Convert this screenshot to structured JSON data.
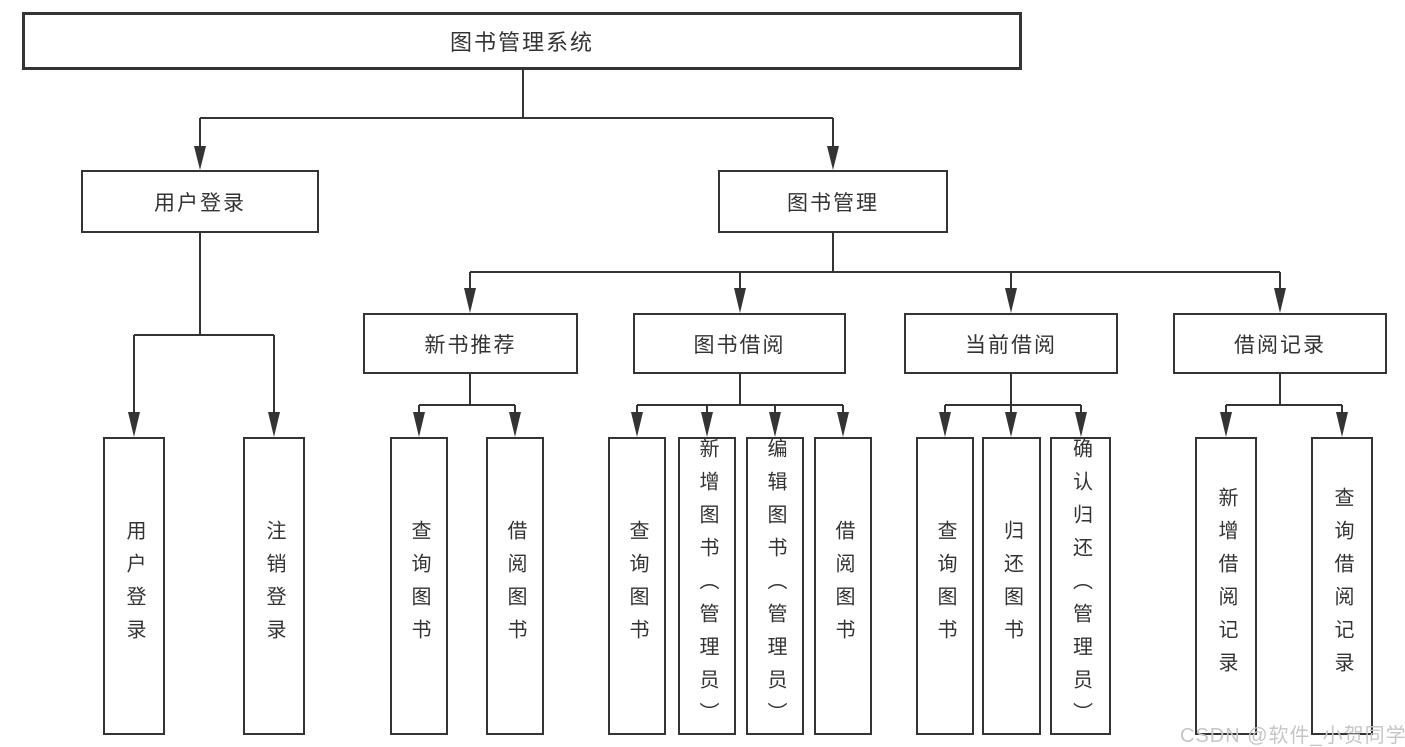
{
  "colors": {
    "line": "#343434",
    "box_border": "#343434",
    "text": "#333333",
    "background": "#ffffff",
    "watermark": "#c6c6c6"
  },
  "diagram_type": "tree",
  "nodes": {
    "root": {
      "label": "图书管理系统"
    },
    "user_login": {
      "label": "用户登录"
    },
    "book_management": {
      "label": "图书管理"
    },
    "new_book_recommend": {
      "label": "新书推荐"
    },
    "book_borrowing": {
      "label": "图书借阅"
    },
    "current_borrowing": {
      "label": "当前借阅"
    },
    "borrowing_records": {
      "label": "借阅记录"
    },
    "user_login_leaf": {
      "label": "用户登录"
    },
    "logout_leaf": {
      "label": "注销登录"
    },
    "recommend_query_books": {
      "label": "查询图书"
    },
    "recommend_borrow_books": {
      "label": "借阅图书"
    },
    "borrowing_query_books": {
      "label": "查询图书"
    },
    "borrowing_add_books": {
      "label": "新增图书（管理员）"
    },
    "borrowing_edit_books": {
      "label": "编辑图书（管理员）"
    },
    "borrowing_borrow_books": {
      "label": "借阅图书"
    },
    "current_query_books": {
      "label": "查询图书"
    },
    "current_return_books": {
      "label": "归还图书"
    },
    "current_confirm_return": {
      "label": "确认归还（管理员）"
    },
    "records_add_record": {
      "label": "新增借阅记录"
    },
    "records_query_record": {
      "label": "查询借阅记录"
    }
  },
  "hierarchy": {
    "root": "图书管理系统",
    "children": [
      {
        "label": "用户登录",
        "children": [
          "用户登录",
          "注销登录"
        ]
      },
      {
        "label": "图书管理",
        "children": [
          {
            "label": "新书推荐",
            "children": [
              "查询图书",
              "借阅图书"
            ]
          },
          {
            "label": "图书借阅",
            "children": [
              "查询图书",
              "新增图书（管理员）",
              "编辑图书（管理员）",
              "借阅图书"
            ]
          },
          {
            "label": "当前借阅",
            "children": [
              "查询图书",
              "归还图书",
              "确认归还（管理员）"
            ]
          },
          {
            "label": "借阅记录",
            "children": [
              "新增借阅记录",
              "查询借阅记录"
            ]
          }
        ]
      }
    ]
  },
  "watermark": {
    "text": "CSDN @软件_小贺同学"
  }
}
